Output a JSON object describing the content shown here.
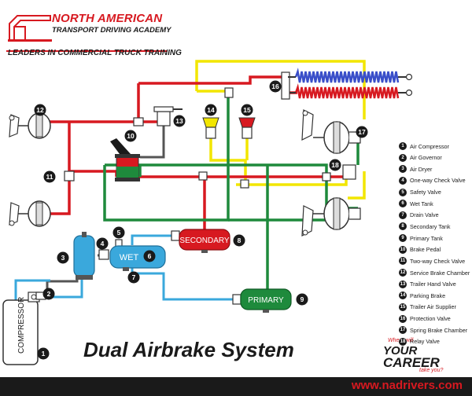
{
  "branding": {
    "logo_line1": "NORTH AMERICAN",
    "logo_line2": "TRANSPORT DRIVING ACADEMY",
    "tagline": "LEADERS IN COMMERCIAL TRUCK TRAINING",
    "career_line1": "Where will",
    "career_line2": "YOUR",
    "career_line3": "CAREER",
    "career_line4": "take you?",
    "website": "www.nadrivers.com"
  },
  "title": "Dual Airbrake System",
  "tank_labels": {
    "secondary": "SECONDARY",
    "wet": "WET",
    "primary": "PRIMARY",
    "compressor": "COMPRESSOR"
  },
  "legend": [
    {
      "number": "1",
      "label": "Air Compressor"
    },
    {
      "number": "2",
      "label": "Air Governor"
    },
    {
      "number": "3",
      "label": "Air Dryer"
    },
    {
      "number": "4",
      "label": "One-way Check Valve"
    },
    {
      "number": "5",
      "label": "Safety Valve"
    },
    {
      "number": "6",
      "label": "Wet Tank"
    },
    {
      "number": "7",
      "label": "Drain Valve"
    },
    {
      "number": "8",
      "label": "Secondary Tank"
    },
    {
      "number": "9",
      "label": "Primary Tank"
    },
    {
      "number": "10",
      "label": "Brake Pedal"
    },
    {
      "number": "11",
      "label": "Two-way Check Valve"
    },
    {
      "number": "12",
      "label": "Service Brake Chamber"
    },
    {
      "number": "13",
      "label": "Trailer Hand Valve"
    },
    {
      "number": "14",
      "label": "Parking Brake"
    },
    {
      "number": "15",
      "label": "Trailer Air Supplier"
    },
    {
      "number": "16",
      "label": "Protection Valve"
    },
    {
      "number": "17",
      "label": "Spring Brake Chamber"
    },
    {
      "number": "18",
      "label": "Relay Valve"
    }
  ],
  "colors": {
    "red_line": "#d71920",
    "green_line": "#1e8a3c",
    "yellow_line": "#f2e600",
    "blue_line": "#3aa8dc",
    "gray_line": "#555555",
    "wet_tank": "#3aa8dc",
    "secondary_tank": "#d71920",
    "primary_tank": "#1e8a3c",
    "dryer": "#3aa8dc",
    "spring_blue": "#3a4fc9",
    "spring_red": "#d71920"
  }
}
